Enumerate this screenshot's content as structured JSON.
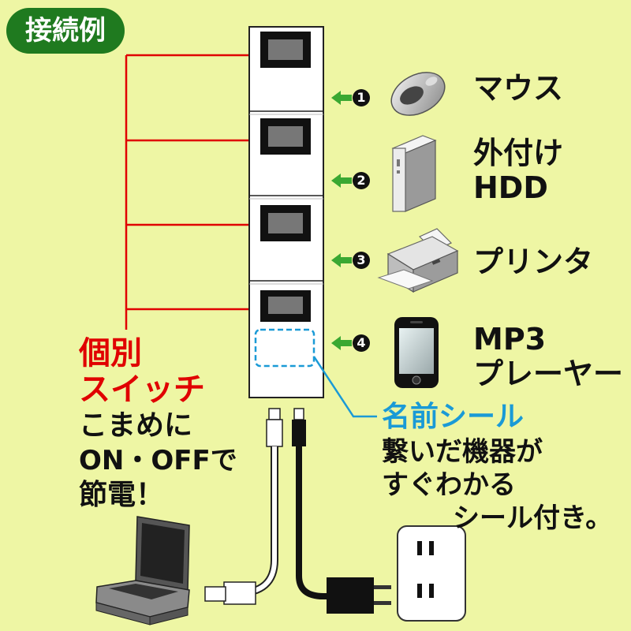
{
  "title": "接続例",
  "devices": [
    {
      "number": "1",
      "label_lines": [
        "マウス"
      ]
    },
    {
      "number": "2",
      "label_lines": [
        "外付け",
        "HDD"
      ]
    },
    {
      "number": "3",
      "label_lines": [
        "プリンタ"
      ]
    },
    {
      "number": "4",
      "label_lines": [
        "MP3",
        "プレーヤー"
      ]
    }
  ],
  "switch_callout": {
    "heading_lines": [
      "個別",
      "スイッチ"
    ],
    "body_lines": [
      "こまめに",
      "ON・OFFで",
      "節電！"
    ]
  },
  "label_callout": {
    "heading": "名前シール",
    "body_lines": [
      "繋いだ機器が",
      "すぐわかる",
      "シール付き。"
    ]
  },
  "colors": {
    "background": "#eef6a4",
    "title_badge": "#1f7a1f",
    "arrow_green": "#3aa832",
    "switch_red": "#e00000",
    "label_blue": "#1a9ad6"
  }
}
